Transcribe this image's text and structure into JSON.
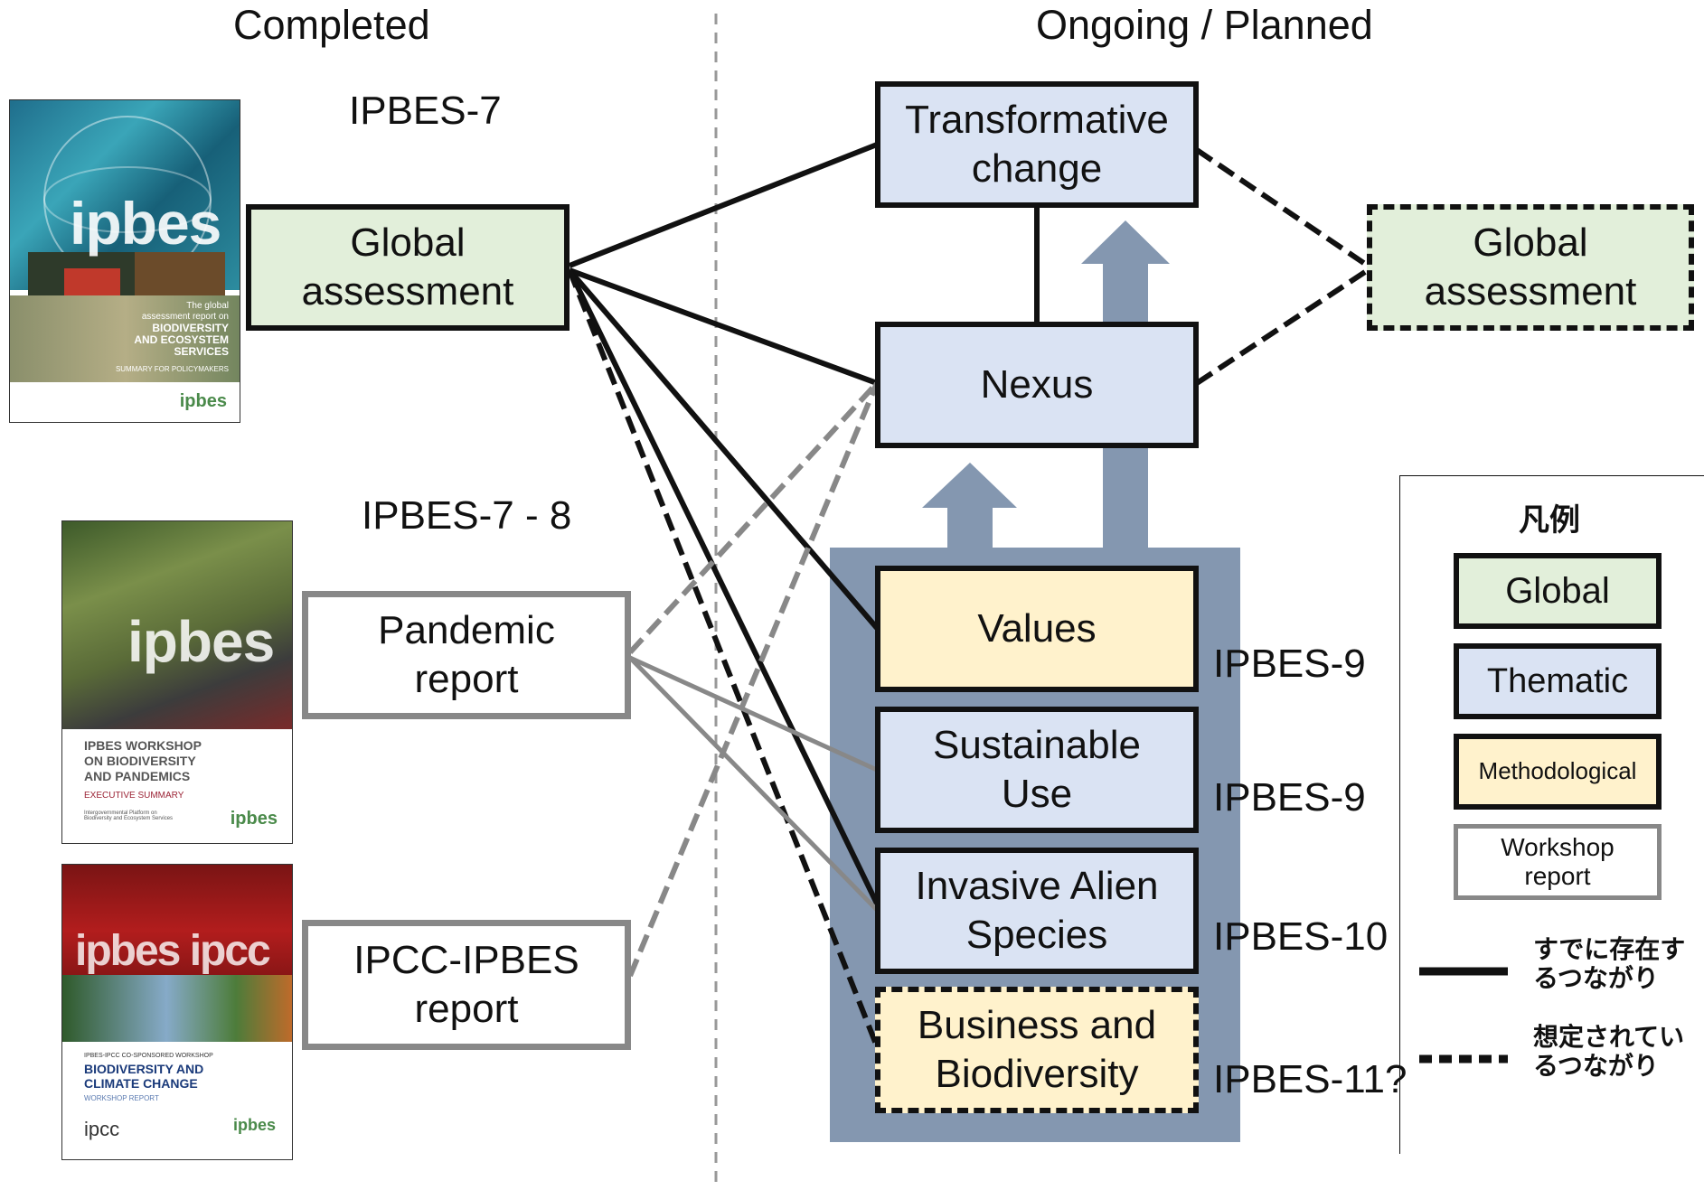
{
  "headers": {
    "completed": "Completed",
    "ongoing": "Ongoing / Planned"
  },
  "sessions": {
    "ipbes7": "IPBES-7",
    "ipbes78": "IPBES-7 - 8",
    "values": "IPBES-9",
    "sustainable": "IPBES-9",
    "invasive": "IPBES-10",
    "business": "IPBES-11?"
  },
  "boxes": {
    "global_left": "Global\nassessment",
    "pandemic": "Pandemic\nreport",
    "ipcc": "IPCC-IPBES\nreport",
    "transformative": "Transformative\nchange",
    "nexus": "Nexus",
    "values": "Values",
    "sustainable": "Sustainable\nUse",
    "invasive": "Invasive Alien\nSpecies",
    "business": "Business and\nBiodiversity",
    "global_right": "Global\nassessment"
  },
  "legend": {
    "title": "凡例",
    "global": "Global",
    "thematic": "Thematic",
    "methodological": "Methodological",
    "workshop": "Workshop\nreport",
    "solid_line": "すでに存在す\nるつながり",
    "dashed_line": "想定されてい\nるつながり"
  },
  "covers": {
    "global": {
      "logo": "ipbes",
      "line1": "The global",
      "line2": "assessment report on",
      "title": "BIODIVERSITY\nAND ECOSYSTEM\nSERVICES",
      "sub": "SUMMARY FOR POLICYMAKERS",
      "footer": "ipbes"
    },
    "pandemic": {
      "logo": "ipbes",
      "title": "IPBES WORKSHOP\nON BIODIVERSITY\nAND PANDEMICS",
      "sub": "EXECUTIVE SUMMARY",
      "small": "Intergovernmental Platform on\nBiodiversity and Ecosystem Services",
      "footer": "ipbes"
    },
    "ipcc": {
      "logo": "ipbes ipcc",
      "line1": "IPBES-IPCC CO-SPONSORED WORKSHOP",
      "title": "BIODIVERSITY AND\nCLIMATE CHANGE",
      "sub": "WORKSHOP REPORT",
      "footer_left": "ipcc",
      "footer": "ipbes"
    }
  },
  "colors": {
    "global": "#e2efda",
    "thematic": "#dae3f3",
    "methodological": "#fff2cc",
    "container": "#8497b0",
    "workshop_border": "#888888",
    "line": "#111111"
  }
}
